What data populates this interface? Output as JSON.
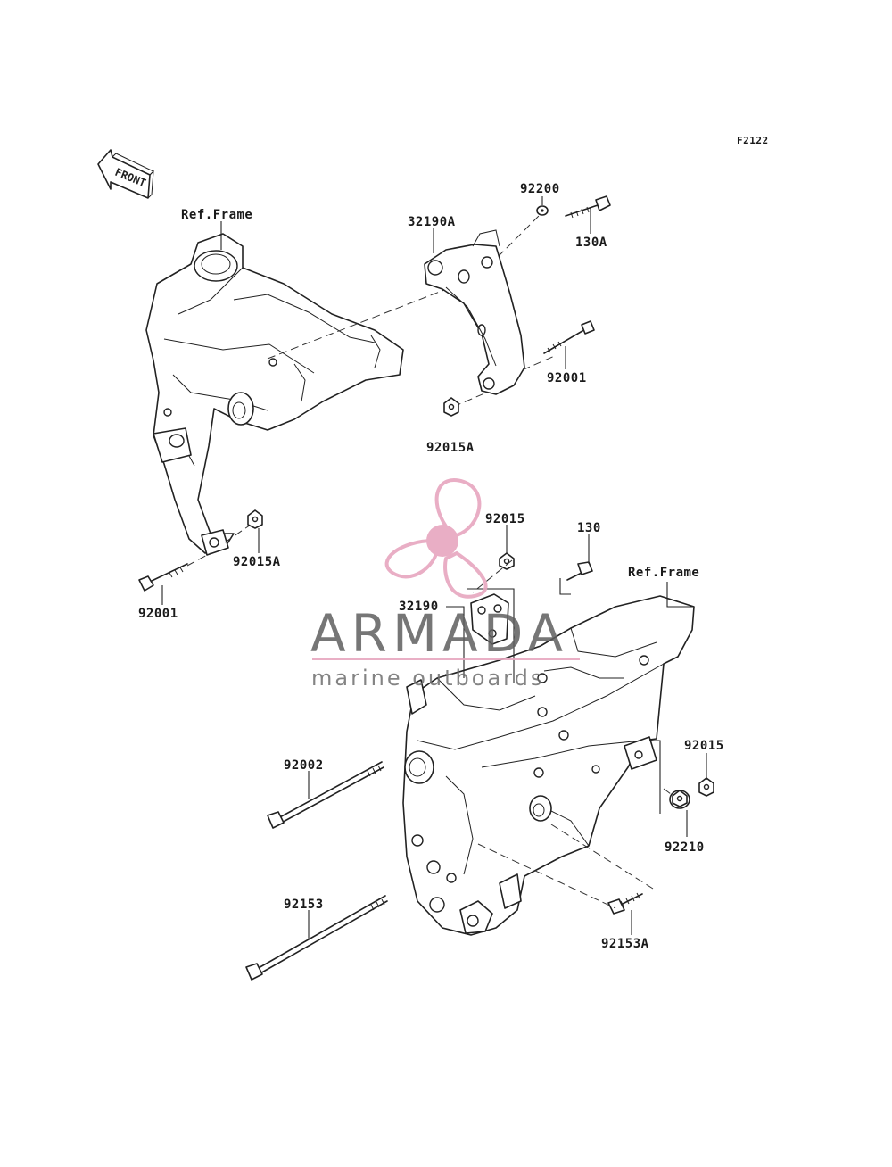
{
  "diagram_code": "F2122",
  "front_label": "FRONT",
  "callouts": {
    "ref_frame_top": "Ref.Frame",
    "p32190A": "32190A",
    "p92200": "92200",
    "p130A": "130A",
    "p92001_right": "92001",
    "p92015A_top": "92015A",
    "p92015A_left": "92015A",
    "p92001_left": "92001",
    "p92015_top": "92015",
    "p130": "130",
    "ref_frame_bottom": "Ref.Frame",
    "p32190": "32190",
    "p92002": "92002",
    "p92015_right": "92015",
    "p92210": "92210",
    "p92153": "92153",
    "p92153A": "92153A"
  },
  "watermark": {
    "brand": "ARMADA",
    "tagline": "marine outboards",
    "accent_color": "#e7a6bf",
    "logo_icon": "propeller-icon"
  }
}
